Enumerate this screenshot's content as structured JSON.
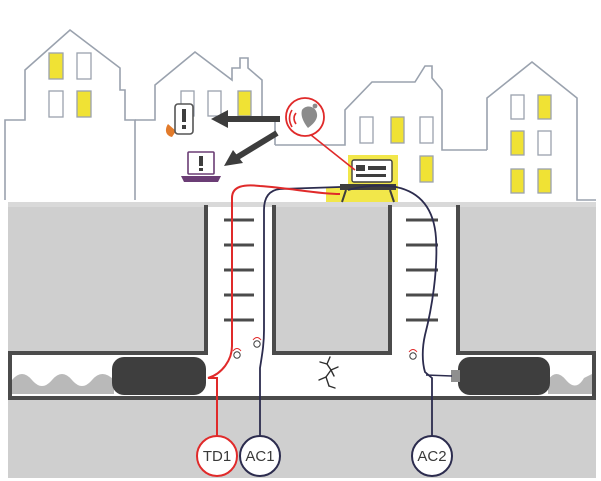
{
  "colors": {
    "house_outline": "#9aa2ae",
    "window_yellow": "#f0e234",
    "ground_gray": "#cfcfcf",
    "wall_dark": "#4b4b4b",
    "plug_dark": "#3e3e3e",
    "water_gray": "#b9b9b9",
    "cable_red": "#e02a2a",
    "cable_navy": "#2c2c4e",
    "highlight_yellow": "#f2e74a",
    "arrow_dark": "#3d3d3d",
    "laptop_purple": "#6b3d75",
    "phone_orange": "#e27b2b"
  },
  "icons": {
    "alarm": "bell-wave-icon",
    "phone": "smartphone-alert-icon",
    "laptop": "laptop-alert-icon",
    "logger": "data-logger-icon",
    "leak": "pipe-crack-icon",
    "sensor": "hydrophone-sensor-icon"
  },
  "labels": {
    "td1": "TD1",
    "ac1": "AC1",
    "ac2": "AC2"
  }
}
